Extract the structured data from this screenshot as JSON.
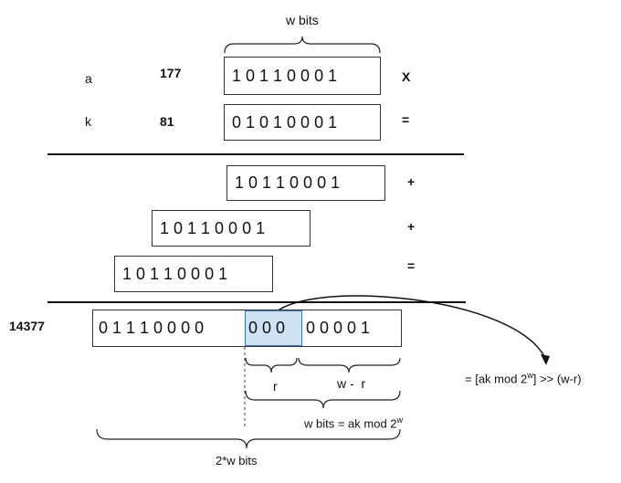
{
  "top_brace_label": "w bits",
  "rows": {
    "a": {
      "var": "a",
      "dec": "177",
      "bits": "1 0 1 1 0 0 0 1",
      "op": "X"
    },
    "k": {
      "var": "k",
      "dec": "81",
      "bits": "0 1 0 1 0 0 0 1",
      "op": "="
    }
  },
  "partials": [
    {
      "bits": "1 0 1 1 0 0 0 1",
      "op": "+"
    },
    {
      "bits": "1 0 1 1 0 0 0 1",
      "op": "+"
    },
    {
      "bits": "1 0 1 1 0 0 0 1",
      "op": "="
    }
  ],
  "result": {
    "dec": "14377",
    "bits_left": "0 1 1 1 0 0 0 0",
    "bits_highlight": "0 0 0",
    "bits_right": "0 0 0 0 1"
  },
  "labels": {
    "r": "r",
    "w_minus_r": "w -  r",
    "w_bits_mod": "w bits = ak mod 2",
    "w_bits_mod_sup": "w",
    "two_w_bits": "2*w bits",
    "formula_pre": "= [ak mod 2",
    "formula_sup": "w",
    "formula_post": "] >> (w-r)"
  },
  "colors": {
    "highlight_fill": "#cfe2f3",
    "highlight_border": "#3c78d8"
  }
}
